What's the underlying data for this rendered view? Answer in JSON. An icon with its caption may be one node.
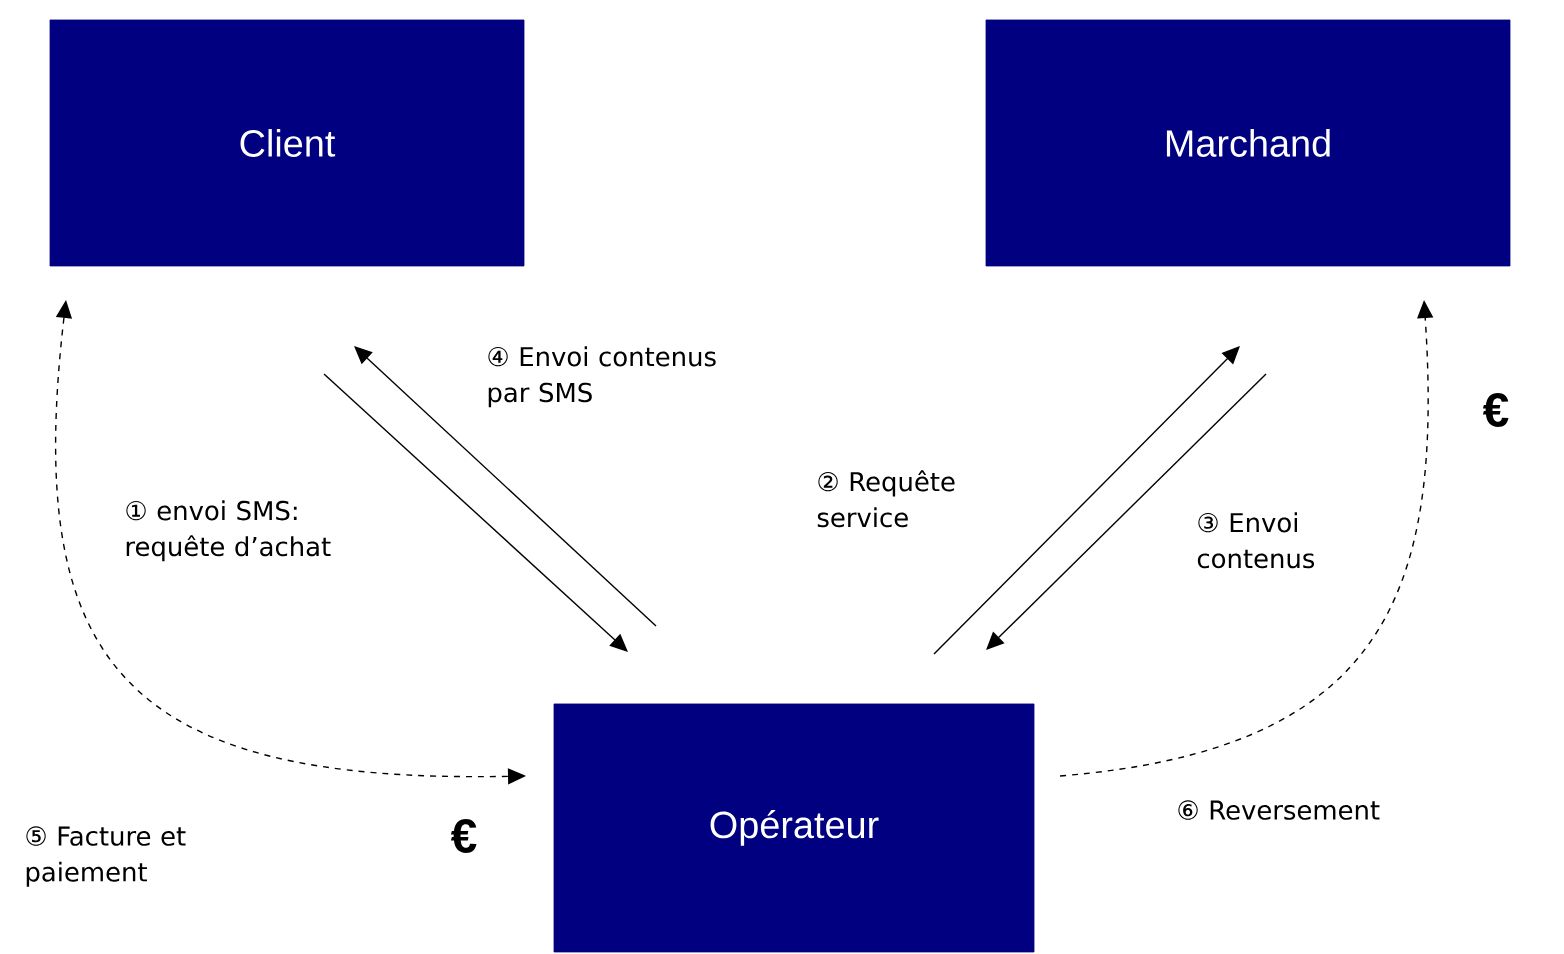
{
  "diagram": {
    "nodes": [
      {
        "text": [
          "Client"
        ]
      },
      {
        "text": [
          "Marchand"
        ]
      },
      {
        "text": [
          "Opérateur"
        ]
      }
    ],
    "edges": [
      {
        "from": 0,
        "to": 2,
        "arrow": "to",
        "label": "① envoi SMS: requête d’achat"
      },
      {
        "from": 2,
        "to": 0,
        "arrow": "to",
        "label": "④ Envoi contenus par SMS"
      },
      {
        "from": 2,
        "to": 1,
        "arrow": "to",
        "label": "② Requête service"
      },
      {
        "from": 1,
        "to": 2,
        "arrow": "to",
        "label": "③ Envoi contenus"
      },
      {
        "from": 0,
        "to": 2,
        "arrow": "both",
        "style": "dashed",
        "label": "⑤ Facture et paiement"
      },
      {
        "from": 2,
        "to": 1,
        "arrow": "to",
        "style": "dashed",
        "label": "⑥ Reversement"
      }
    ],
    "labels": [
      "€",
      "€"
    ]
  }
}
